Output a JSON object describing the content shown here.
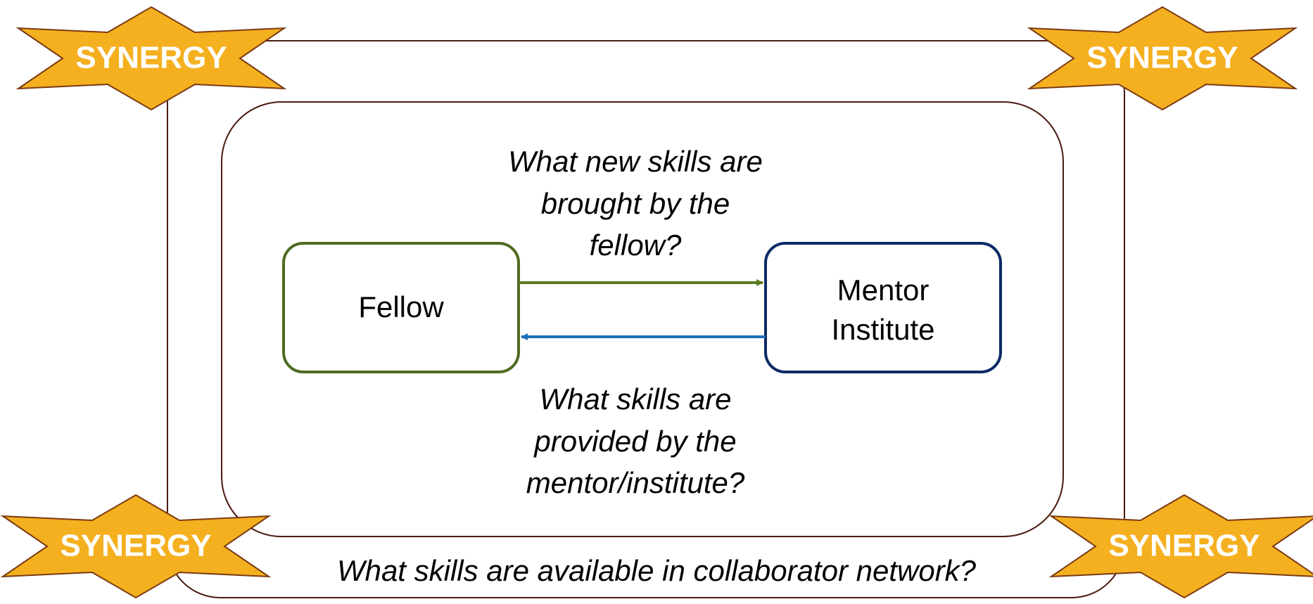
{
  "colors": {
    "frame": "#4a1a10",
    "fellow_border": "#4e6b20",
    "mentor_border": "#0d2a66",
    "arrow_forward": "#5a7a20",
    "arrow_back": "#1f6fb8",
    "star_fill": "#f5b020"
  },
  "stars": {
    "top_left": "SYNERGY",
    "top_right": "SYNERGY",
    "bottom_left": "SYNERGY",
    "bottom_right": "SYNERGY"
  },
  "nodes": {
    "fellow": "Fellow",
    "mentor": [
      "Mentor",
      "Institute"
    ]
  },
  "questions": {
    "new_skills": [
      "What new skills are",
      "brought by the",
      "fellow?"
    ],
    "provided_skills": [
      "What skills are",
      "provided by the",
      "mentor/institute?"
    ],
    "network_skills": "What skills are available in collaborator network?"
  }
}
